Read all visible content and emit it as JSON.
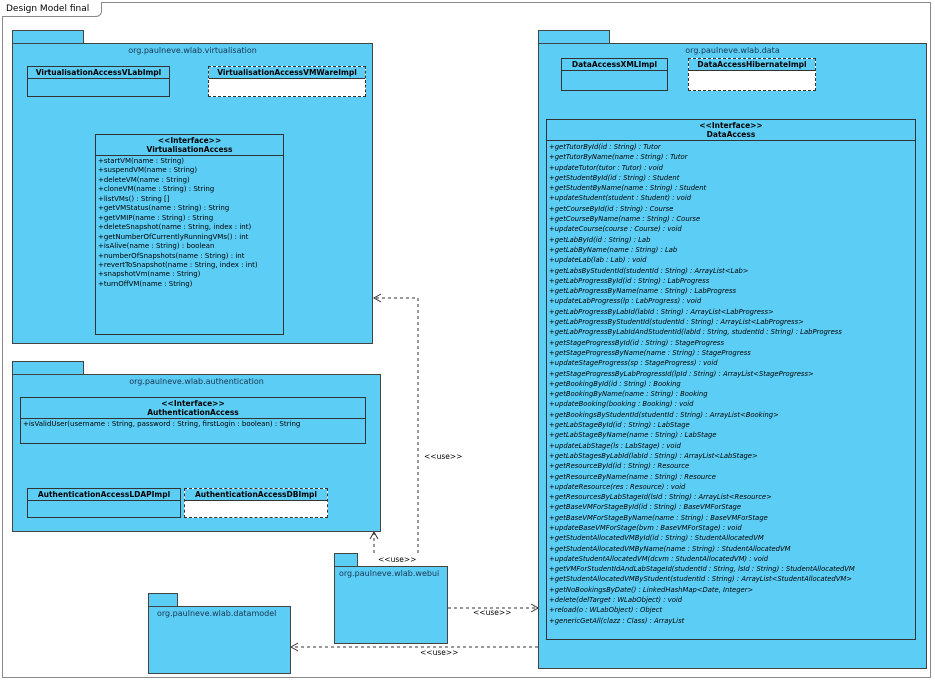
{
  "diagram_title": "Design Model final",
  "packages": {
    "virtualisation": "org.paulneve.wlab.virtualisation",
    "data": "org.paulneve.wlab.data",
    "authentication": "org.paulneve.wlab.authentication",
    "webui": "org.paulneve.wlab.webui",
    "datamodel": "org.paulneve.wlab.datamodel"
  },
  "classes": {
    "vlab_impl": "VirtualisationAccessVLabImpl",
    "vmware_impl": "VirtualisationAccessVMWareImpl",
    "xml_impl": "DataAccessXMLImpl",
    "hibernate_impl": "DataAccessHibernateImpl",
    "ldap_impl": "AuthenticationAccessLDAPImpl",
    "db_impl": "AuthenticationAccessDBImpl"
  },
  "interfaces": {
    "virtualisation": {
      "stereotype": "<<Interface>>",
      "name": "VirtualisationAccess",
      "operations": [
        "+startVM(name : String)",
        "+suspendVM(name : String)",
        "+deleteVM(name : String)",
        "+cloneVM(name : String) : String",
        "+listVMs() : String []",
        "+getVMStatus(name : String) : String",
        "+getVMIP(name : String) : String",
        "+deleteSnapshot(name : String, index : int)",
        "+getNumberOfCurrentlyRunningVMs() : int",
        "+isAlive(name : String) : boolean",
        "+numberOfSnapshots(name : String) : int",
        "+revertToSnapshot(name : String, index : int)",
        "+snapshotVm(name : String)",
        "+turnOffVM(name : String)"
      ]
    },
    "authentication": {
      "stereotype": "<<Interface>>",
      "name": "AuthenticationAccess",
      "operations": [
        "+isValidUser(username : String, password : String, firstLogin : boolean) : String"
      ]
    },
    "data": {
      "stereotype": "<<Interface>>",
      "name": "DataAccess",
      "operations": [
        "+getTutorById(id : String) : Tutor",
        "+getTutorByName(name : String) : Tutor",
        "+updateTutor(tutor : Tutor) : void",
        "+getStudentById(id : String) : Student",
        "+getStudentByName(name : String) : Student",
        "+updateStudent(student : Student) : void",
        "+getCourseById(id : String) : Course",
        "+getCourseByName(name : String) : Course",
        "+updateCourse(course : Course) : void",
        "+getLabById(id : String) : Lab",
        "+getLabByName(name : String) : Lab",
        "+updateLab(lab : Lab) : void",
        "+getLabsByStudentId(studentId : String) : ArrayList<Lab>",
        "+getLabProgressById(id : String) : LabProgress",
        "+getLabProgressByName(name : String) : LabProgress",
        "+updateLabProgress(lp : LabProgress) : void",
        "+getLabProgressByLabId(labId : String) : ArrayList<LabProgress>",
        "+getLabProgressByStudentId(studentId : String) : ArrayList<LabProgress>",
        "+getLabProgressByLabIdAndStudentId(labId : String, studentId : String) : LabProgress",
        "+getStageProgressById(id : String) : StageProgress",
        "+getStageProgressByName(name : String) : StageProgress",
        "+updateStageProgress(sp : StageProgress) : void",
        "+getStageProgressByLabProgressId(lpId : String) : ArrayList<StageProgress>",
        "+getBookingById(id : String) : Booking",
        "+getBookingByName(name : String) : Booking",
        "+updateBooking(booking : Booking) : void",
        "+getBookingsByStudentId(studentId : String) : ArrayList<Booking>",
        "+getLabStageById(id : String) : LabStage",
        "+getLabStageByName(name : String) : LabStage",
        "+updateLabStage(ls : LabStage) : void",
        "+getLabStagesByLabId(labId : String) : ArrayList<LabStage>",
        "+getResourceById(id : String) : Resource",
        "+getResourceByName(name : String) : Resource",
        "+updateResource(res : Resource) : void",
        "+getResourcesByLabStageId(lsId : String) : ArrayList<Resource>",
        "+getBaseVMForStageById(id : String) : BaseVMForStage",
        "+getBaseVMForStageByName(name : String) : BaseVMForStage",
        "+updateBaseVMForStage(bvm : BaseVMForStage) : void",
        "+getStudentAllocatedVMById(id : String) : StudentAllocatedVM",
        "+getStudentAllocatedVMByName(name : String) : StudentAllocatedVM",
        "+updateStudentAllocatedVM(dcvm : StudentAllocatedVM) : void",
        "+getVMForStudentIdAndLabStageId(studentId : String, lsId : String) : StudentAllocatedVM",
        "+getStudentAllocatedVMByStudent(studentId : String) : ArrayList<StudentAllocatedVM>",
        "+getNoBookingsByDate() : LinkedHashMap<Date, Integer>",
        "+delete(delTarget : WLabObject) : void",
        "+reload(o : WLabObject) : Object",
        "+genericGetAll(clazz : Class) : ArrayList"
      ]
    }
  },
  "use_labels": {
    "webui_to_virtualisation": "<<use>>",
    "webui_to_authentication": "<<use>>",
    "webui_to_data": "<<use>>",
    "data_to_datamodel": "<<use>>"
  }
}
